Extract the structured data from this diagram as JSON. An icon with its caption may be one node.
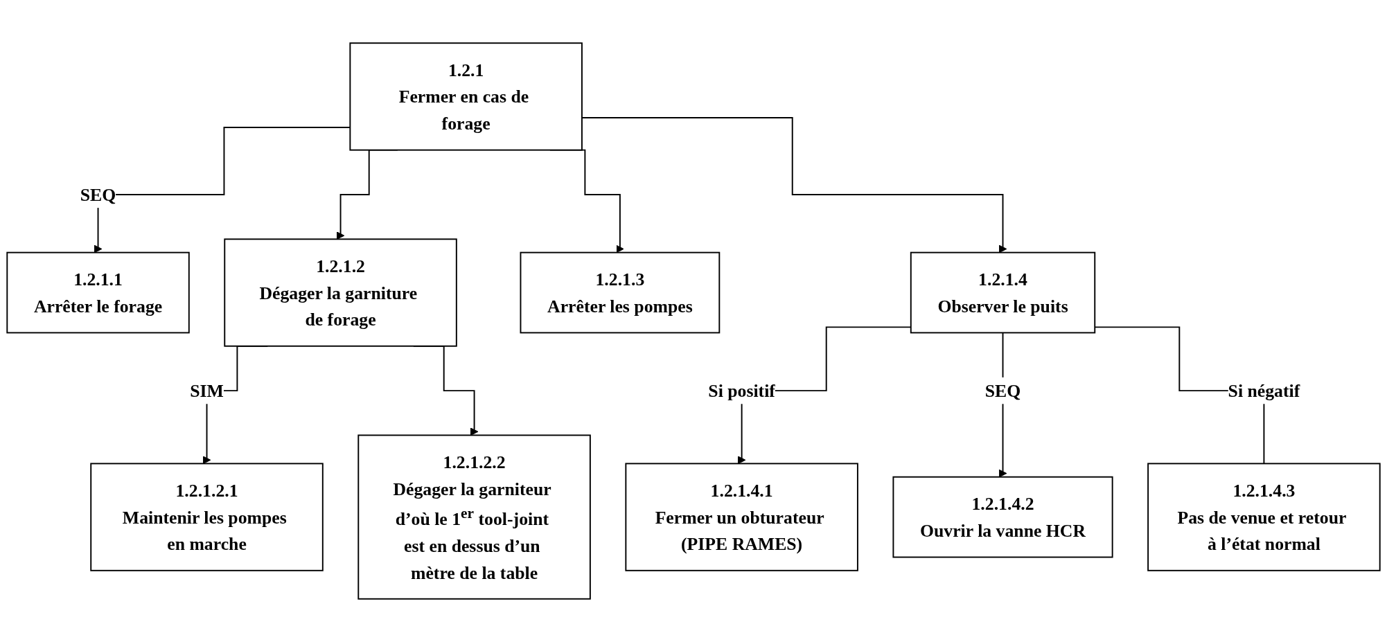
{
  "diagram": {
    "nodes": [
      {
        "text": [
          "1.2.1",
          "Fermer en cas de forage"
        ]
      },
      {
        "text": [
          "1.2.1.1",
          "Arrêter le forage"
        ]
      },
      {
        "text": [
          "1.2.1.2",
          "Dégager la garniture de forage"
        ]
      },
      {
        "text": [
          "1.2.1.2.1",
          "Maintenir les pompes en marche"
        ]
      },
      {
        "text": [
          "1.2.1.2.2",
          "Dégager la garniteur d’où le 1$^{er}$ tool-joint est en dessus d’un mètre de la table"
        ]
      },
      {
        "text": [
          "1.2.1.3",
          "Arrêter les pompes"
        ]
      },
      {
        "text": [
          "1.2.1.4",
          "Observer le puits"
        ]
      },
      {
        "text": [
          "1.2.1.4.1",
          "Fermer un obturateur (PIPE RAMES)"
        ]
      },
      {
        "text": [
          "1.2.1.4.2",
          "Ouvrir la vanne HCR"
        ]
      },
      {
        "text": [
          "1.2.1.4.3",
          "Pas de venue et retour à l’état normal"
        ]
      }
    ],
    "edges": [
      {
        "from": 0,
        "to": 1,
        "arrow": "to",
        "label": "SEQ"
      },
      {
        "from": 0,
        "to": 2,
        "arrow": "to"
      },
      {
        "from": 0,
        "to": 5,
        "arrow": "to"
      },
      {
        "from": 0,
        "to": 6,
        "arrow": "to"
      },
      {
        "from": 2,
        "to": 3,
        "arrow": "to",
        "label": "SIM"
      },
      {
        "from": 2,
        "to": 4,
        "arrow": "to"
      },
      {
        "from": 6,
        "to": 7,
        "arrow": "to",
        "label": "Si positif"
      },
      {
        "from": 6,
        "to": 8,
        "arrow": "to",
        "label": "SEQ"
      },
      {
        "from": 6,
        "to": 9,
        "arrow": "none",
        "label": "Si négatif"
      }
    ]
  }
}
